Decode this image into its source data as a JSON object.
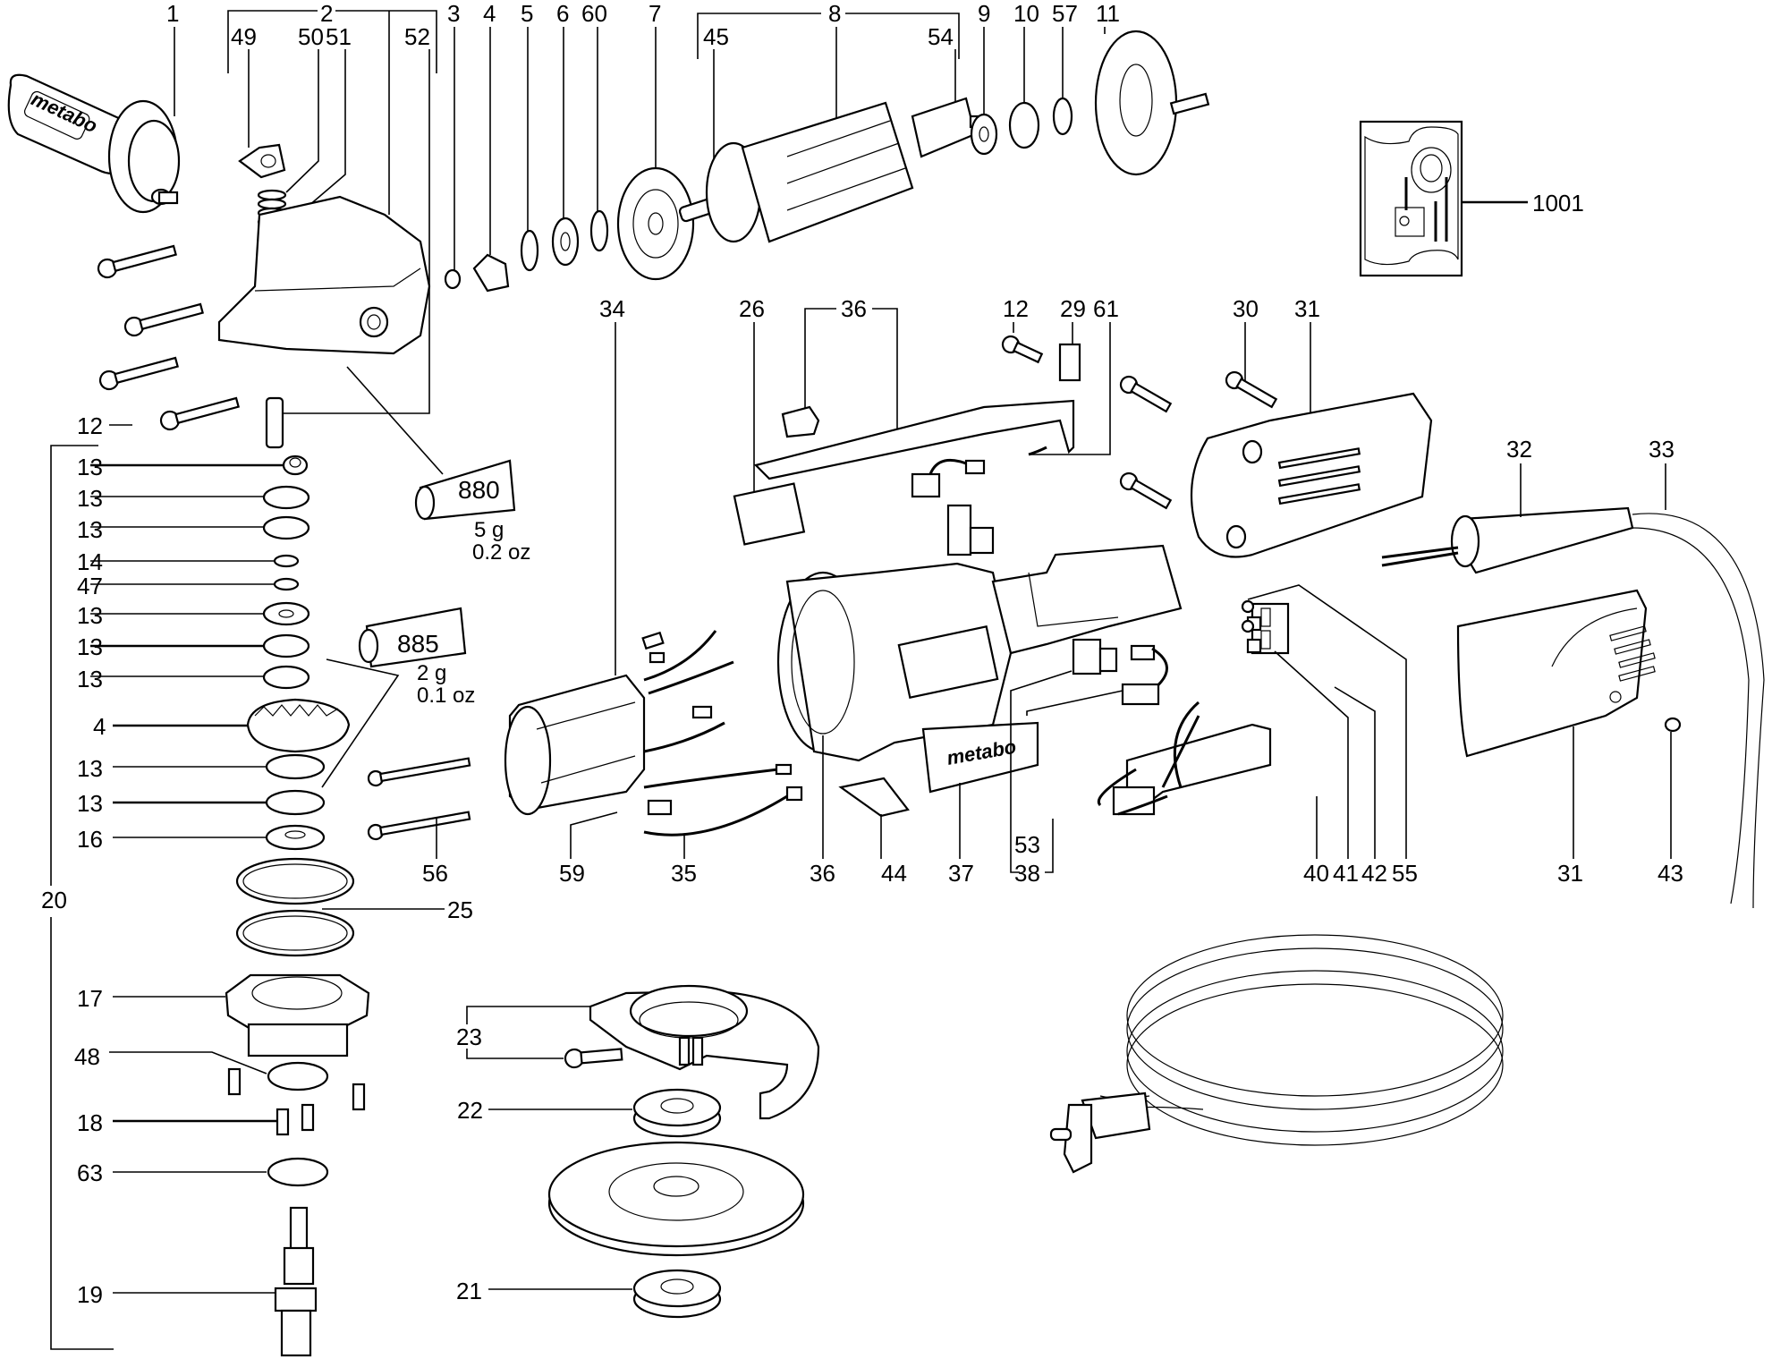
{
  "diagram": {
    "title": "Angle grinder exploded parts view",
    "brand_text": "metabo",
    "top_row_labels": [
      "1",
      "2",
      "49",
      "50",
      "51",
      "52",
      "3",
      "4",
      "5",
      "6",
      "60",
      "7",
      "8",
      "45",
      "54",
      "9",
      "10",
      "57",
      "11"
    ],
    "group_2_members": [
      "49",
      "50",
      "51",
      "52"
    ],
    "group_8_members": [
      "45",
      "54"
    ],
    "inset": {
      "label": "1001"
    },
    "left_column": {
      "group_label": "20",
      "items": [
        "12",
        "13",
        "13",
        "13",
        "14",
        "47",
        "13",
        "13",
        "13",
        "4",
        "13",
        "13",
        "16",
        "25",
        "17",
        "48",
        "18",
        "63",
        "19"
      ]
    },
    "grease_tubes": [
      {
        "code": "880",
        "weight": "5 g",
        "weight_imperial": "0.2 oz"
      },
      {
        "code": "885",
        "weight": "2 g",
        "weight_imperial": "0.1 oz"
      }
    ],
    "middle_labels": [
      "34",
      "26",
      "36",
      "12",
      "29",
      "61",
      "30",
      "31"
    ],
    "bottom_row_labels": [
      "56",
      "59",
      "35",
      "36",
      "44",
      "37",
      "53",
      "38",
      "40",
      "41",
      "42",
      "55",
      "31",
      "43"
    ],
    "cord_labels": [
      "32",
      "33"
    ],
    "guard_labels": [
      "23",
      "22",
      "21"
    ]
  }
}
